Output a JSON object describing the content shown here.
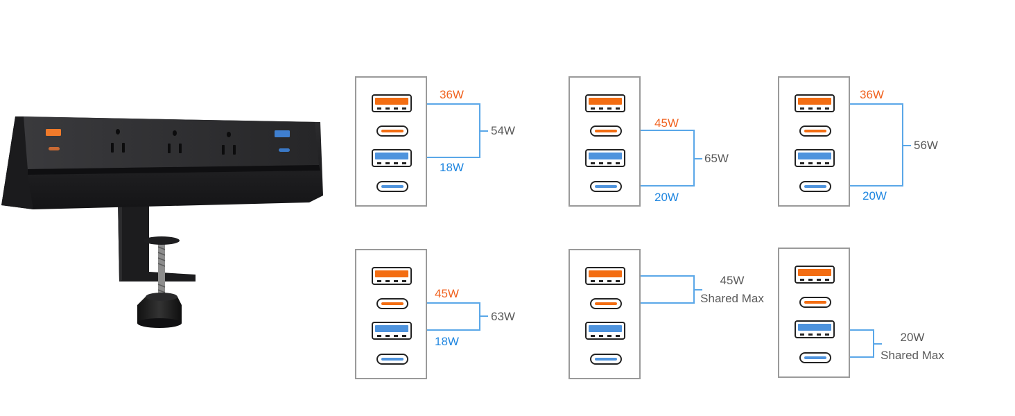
{
  "colors": {
    "orange": "#f36d12",
    "blue": "#4e93dd",
    "wire": "#5aa7e8",
    "frame": "#9a9a9a",
    "label_orange": "#f0621f",
    "label_blue": "#1f86e0",
    "label_grey": "#5a5a5a"
  },
  "product": {
    "icon": "desk-clamp-power-strip-icon",
    "outlets": 3,
    "usb_a_ports": 2,
    "usb_c_ports": 2
  },
  "configs": [
    {
      "usb_a_orange_label": "36W",
      "usb_b_blue_label": "18W",
      "total_label": "54W"
    },
    {
      "usb_c_orange_label": "45W",
      "usb_c_blue_label": "20W",
      "total_label": "65W"
    },
    {
      "usb_a_orange_label": "36W",
      "usb_c_blue_label": "20W",
      "total_label": "56W"
    },
    {
      "usb_c_orange_label": "45W",
      "usb_a_blue_label": "18W",
      "total_label": "63W"
    },
    {
      "shared_watt": "45W",
      "shared_text": "Shared Max"
    },
    {
      "shared_watt": "20W",
      "shared_text": "Shared Max"
    }
  ]
}
